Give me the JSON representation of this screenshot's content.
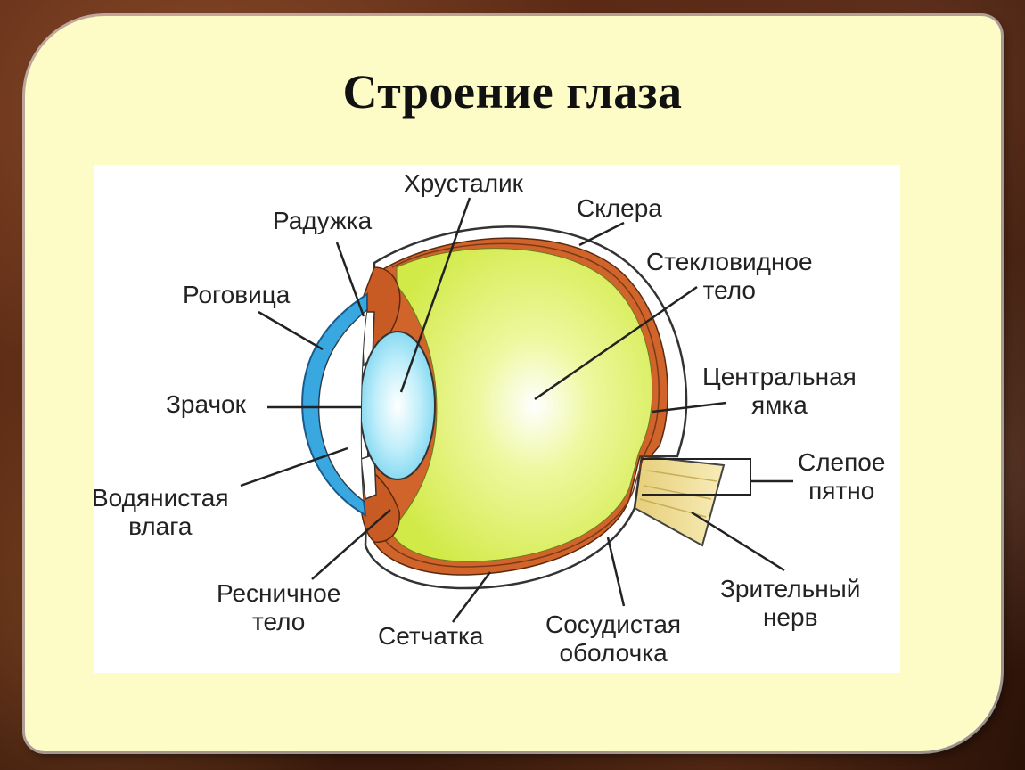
{
  "title": "Строение глаза",
  "labels": {
    "lens": "Хрусталик",
    "sclera": "Склера",
    "iris": "Радужка",
    "vitreous_line1": "Стекловидное",
    "vitreous_line2": "тело",
    "cornea": "Роговица",
    "fovea_line1": "Центральная",
    "fovea_line2": "ямка",
    "pupil": "Зрачок",
    "blind_spot_line1": "Слепое",
    "blind_spot_line2": "пятно",
    "aqueous_line1": "Водянистая",
    "aqueous_line2": "влага",
    "ciliary_line1": "Ресничное",
    "ciliary_line2": "тело",
    "retina": "Сетчатка",
    "choroid_line1": "Сосудистая",
    "choroid_line2": "оболочка",
    "optic_nerve_line1": "Зрительный",
    "optic_nerve_line2": "нерв"
  },
  "colors": {
    "panel": "#fdfbc6",
    "vitreous": "#d8ef50",
    "lens": "#7fd8f2",
    "cornea": "#3aa8e0",
    "choroid": "#d0642a",
    "sclera": "#ffffff",
    "optic_nerve": "#f3e2a0"
  }
}
